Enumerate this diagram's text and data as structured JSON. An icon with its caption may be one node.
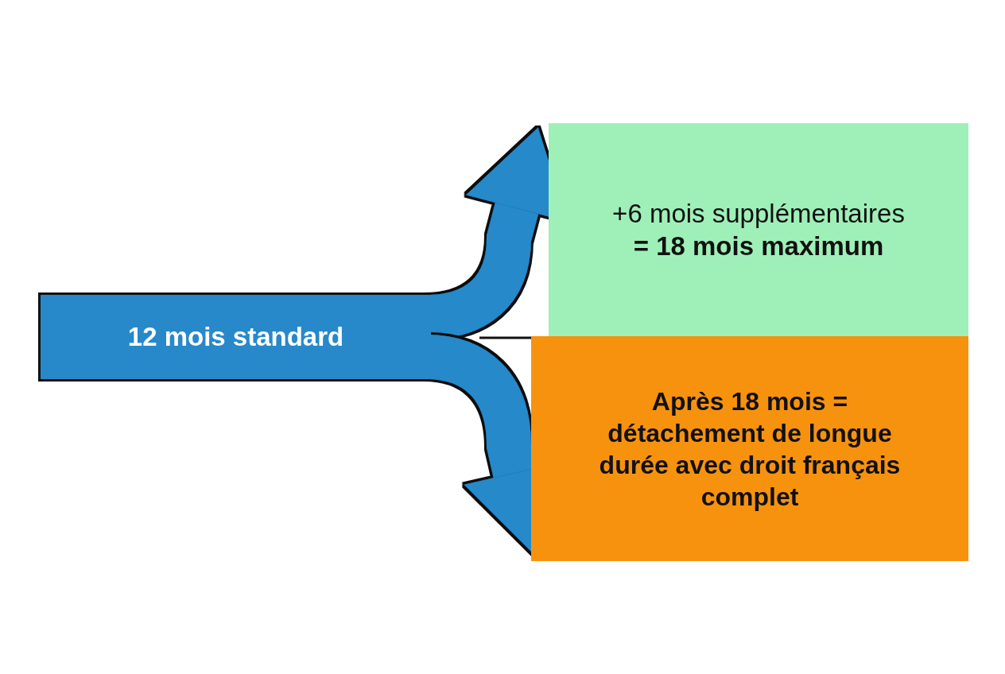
{
  "diagram": {
    "nodes": [
      {
        "text": [
          "12 mois standard"
        ]
      },
      {
        "text": [
          "+6 mois supplémentaires",
          "= 18 mois maximum"
        ]
      },
      {
        "text": [
          "Après 18 mois = détachement de longue durée avec droit français complet"
        ]
      }
    ],
    "edges": [
      {
        "from": 0,
        "to": 1,
        "arrow": "to"
      },
      {
        "from": 0,
        "to": 2,
        "arrow": "to"
      }
    ]
  }
}
